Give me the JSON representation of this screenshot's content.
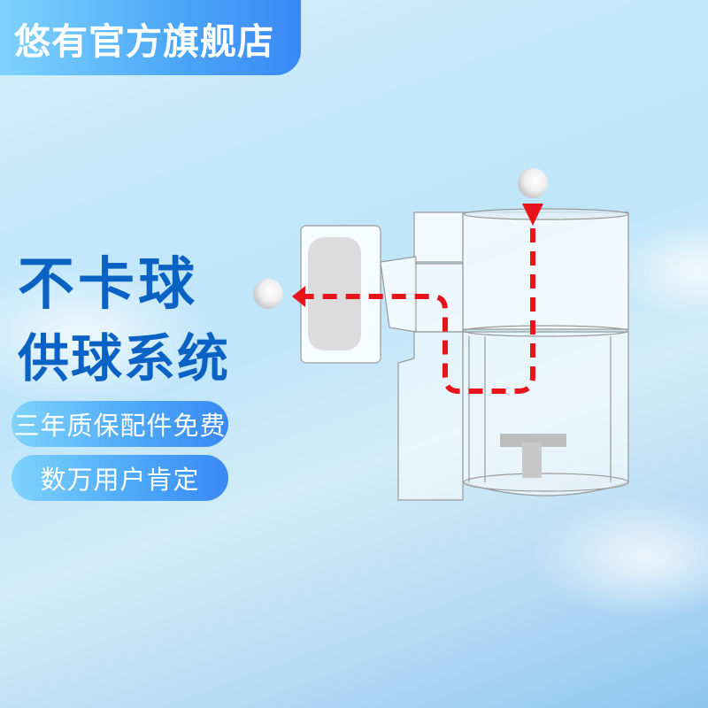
{
  "brand": {
    "title": "悠有官方旗舰店"
  },
  "headline": {
    "line1": "不卡球",
    "line2": "供球系统"
  },
  "badges": [
    {
      "label": "三年质保配件免费"
    },
    {
      "label": "数万用户肯定"
    }
  ],
  "illustration": {
    "subject": "transparent ball-feeding machine with red dashed ball path",
    "path_color": "#e8141b",
    "ball_color": "#f4f4f4"
  },
  "colors": {
    "headline": "#0a62c4",
    "badge_gradient_start": "#7fd3fb",
    "badge_gradient_end": "#3a88f5",
    "badge_text": "#ffffff"
  }
}
